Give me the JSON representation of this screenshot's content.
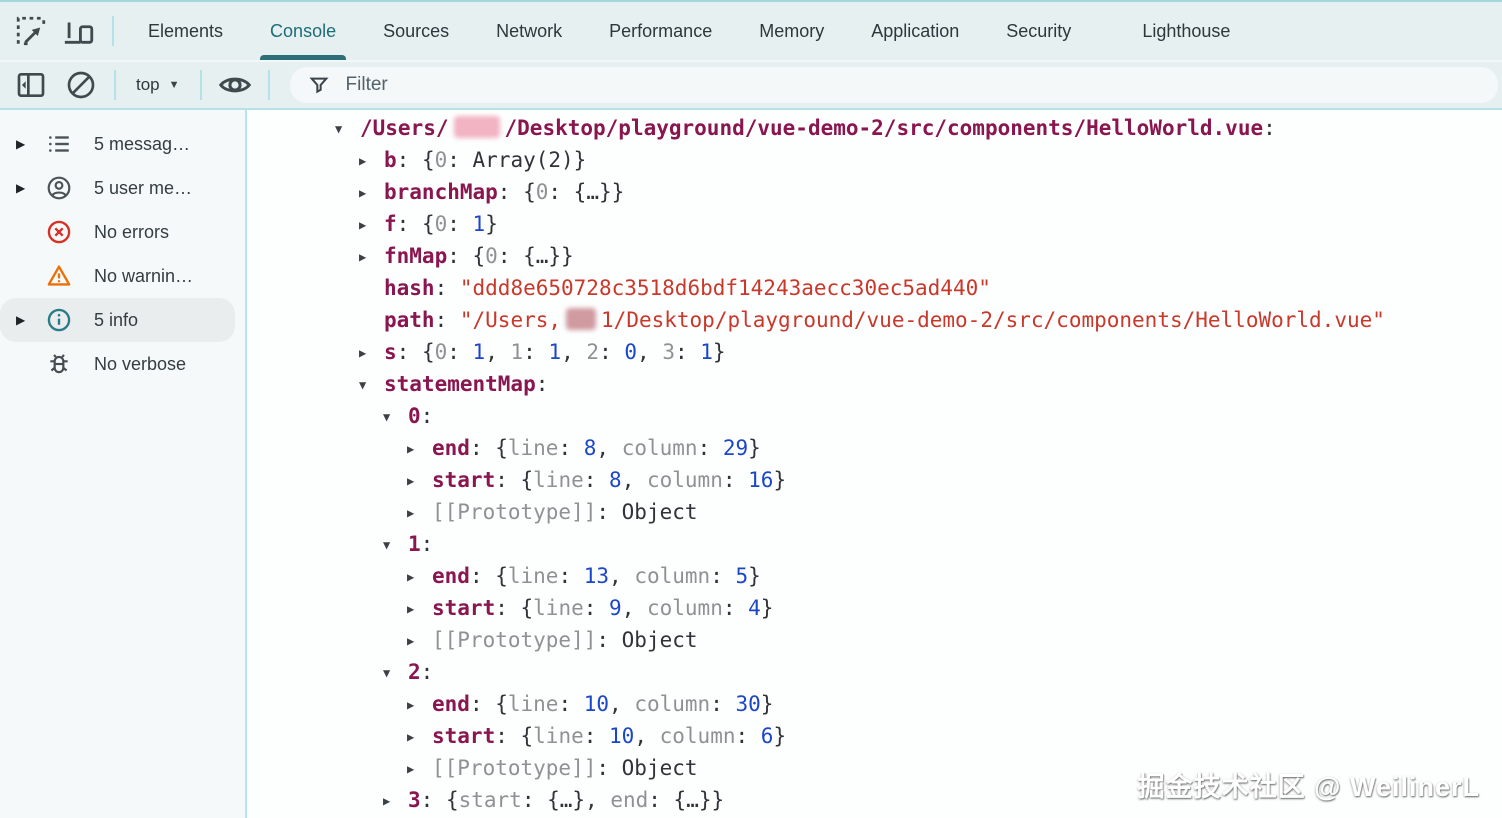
{
  "tabs": {
    "active": "Console",
    "items": [
      {
        "label": "Elements"
      },
      {
        "label": "Console"
      },
      {
        "label": "Sources"
      },
      {
        "label": "Network"
      },
      {
        "label": "Performance"
      },
      {
        "label": "Memory"
      },
      {
        "label": "Application"
      },
      {
        "label": "Security"
      },
      {
        "label": "Lighthouse"
      }
    ]
  },
  "toolbar": {
    "context_label": "top",
    "filter_placeholder": "Filter"
  },
  "sidebar": {
    "items": [
      {
        "icon": "list-icon",
        "label": "5 messag…",
        "expandable": true,
        "selected": false
      },
      {
        "icon": "user-icon",
        "label": "5 user me…",
        "expandable": true,
        "selected": false
      },
      {
        "icon": "error-icon",
        "label": "No errors",
        "expandable": false,
        "selected": false
      },
      {
        "icon": "warning-icon",
        "label": "No warnin…",
        "expandable": false,
        "selected": false
      },
      {
        "icon": "info-icon",
        "label": "5 info",
        "expandable": true,
        "selected": true
      },
      {
        "icon": "bug-icon",
        "label": "No verbose",
        "expandable": false,
        "selected": false
      }
    ]
  },
  "console": {
    "rows": [
      {
        "indent": 0,
        "arrow": "open",
        "segments": [
          {
            "text": "/Users/",
            "style": "key"
          },
          {
            "text": "",
            "style": "redact"
          },
          {
            "text": "/Desktop/playground/vue-demo-2/src/components/HelloWorld.vue",
            "style": "key"
          },
          {
            "text": ":",
            "style": "plain"
          }
        ]
      },
      {
        "indent": 1,
        "arrow": "closed",
        "segments": [
          {
            "text": "b",
            "style": "key"
          },
          {
            "text": ": {",
            "style": "plain"
          },
          {
            "text": "0",
            "style": "graykey"
          },
          {
            "text": ": Array(2)}",
            "style": "plain"
          }
        ]
      },
      {
        "indent": 1,
        "arrow": "closed",
        "segments": [
          {
            "text": "branchMap",
            "style": "key"
          },
          {
            "text": ": {",
            "style": "plain"
          },
          {
            "text": "0",
            "style": "graykey"
          },
          {
            "text": ": {…}}",
            "style": "plain"
          }
        ]
      },
      {
        "indent": 1,
        "arrow": "closed",
        "segments": [
          {
            "text": "f",
            "style": "key"
          },
          {
            "text": ": {",
            "style": "plain"
          },
          {
            "text": "0",
            "style": "graykey"
          },
          {
            "text": ": ",
            "style": "plain"
          },
          {
            "text": "1",
            "style": "num"
          },
          {
            "text": "}",
            "style": "plain"
          }
        ]
      },
      {
        "indent": 1,
        "arrow": "closed",
        "segments": [
          {
            "text": "fnMap",
            "style": "key"
          },
          {
            "text": ": {",
            "style": "plain"
          },
          {
            "text": "0",
            "style": "graykey"
          },
          {
            "text": ": {…}}",
            "style": "plain"
          }
        ]
      },
      {
        "indent": 1,
        "arrow": "none",
        "segments": [
          {
            "text": "hash",
            "style": "key"
          },
          {
            "text": ": ",
            "style": "plain"
          },
          {
            "text": "\"ddd8e650728c3518d6bdf14243aecc30ec5ad440\"",
            "style": "str"
          }
        ]
      },
      {
        "indent": 1,
        "arrow": "none",
        "segments": [
          {
            "text": "path",
            "style": "key"
          },
          {
            "text": ": ",
            "style": "plain"
          },
          {
            "text": "\"/Users,",
            "style": "str"
          },
          {
            "text": "",
            "style": "redact-dark"
          },
          {
            "text": "1/Desktop/playground/vue-demo-2/src/components/HelloWorld.vue\"",
            "style": "str"
          }
        ]
      },
      {
        "indent": 1,
        "arrow": "closed",
        "segments": [
          {
            "text": "s",
            "style": "key"
          },
          {
            "text": ": {",
            "style": "plain"
          },
          {
            "text": "0",
            "style": "graykey"
          },
          {
            "text": ": ",
            "style": "plain"
          },
          {
            "text": "1",
            "style": "num"
          },
          {
            "text": ", ",
            "style": "plain"
          },
          {
            "text": "1",
            "style": "graykey"
          },
          {
            "text": ": ",
            "style": "plain"
          },
          {
            "text": "1",
            "style": "num"
          },
          {
            "text": ", ",
            "style": "plain"
          },
          {
            "text": "2",
            "style": "graykey"
          },
          {
            "text": ": ",
            "style": "plain"
          },
          {
            "text": "0",
            "style": "num"
          },
          {
            "text": ", ",
            "style": "plain"
          },
          {
            "text": "3",
            "style": "graykey"
          },
          {
            "text": ": ",
            "style": "plain"
          },
          {
            "text": "1",
            "style": "num"
          },
          {
            "text": "}",
            "style": "plain"
          }
        ]
      },
      {
        "indent": 1,
        "arrow": "open",
        "segments": [
          {
            "text": "statementMap",
            "style": "key"
          },
          {
            "text": ":",
            "style": "plain"
          }
        ]
      },
      {
        "indent": 2,
        "arrow": "open",
        "segments": [
          {
            "text": "0",
            "style": "key"
          },
          {
            "text": ":",
            "style": "plain"
          }
        ]
      },
      {
        "indent": 3,
        "arrow": "closed",
        "segments": [
          {
            "text": "end",
            "style": "key"
          },
          {
            "text": ": {",
            "style": "plain"
          },
          {
            "text": "line",
            "style": "graykey"
          },
          {
            "text": ": ",
            "style": "plain"
          },
          {
            "text": "8",
            "style": "num"
          },
          {
            "text": ", ",
            "style": "plain"
          },
          {
            "text": "column",
            "style": "graykey"
          },
          {
            "text": ": ",
            "style": "plain"
          },
          {
            "text": "29",
            "style": "num"
          },
          {
            "text": "}",
            "style": "plain"
          }
        ]
      },
      {
        "indent": 3,
        "arrow": "closed",
        "segments": [
          {
            "text": "start",
            "style": "key"
          },
          {
            "text": ": {",
            "style": "plain"
          },
          {
            "text": "line",
            "style": "graykey"
          },
          {
            "text": ": ",
            "style": "plain"
          },
          {
            "text": "8",
            "style": "num"
          },
          {
            "text": ", ",
            "style": "plain"
          },
          {
            "text": "column",
            "style": "graykey"
          },
          {
            "text": ": ",
            "style": "plain"
          },
          {
            "text": "16",
            "style": "num"
          },
          {
            "text": "}",
            "style": "plain"
          }
        ]
      },
      {
        "indent": 3,
        "arrow": "closed",
        "segments": [
          {
            "text": "[[Prototype]]",
            "style": "graykey"
          },
          {
            "text": ": Object",
            "style": "plain"
          }
        ]
      },
      {
        "indent": 2,
        "arrow": "open",
        "segments": [
          {
            "text": "1",
            "style": "key"
          },
          {
            "text": ":",
            "style": "plain"
          }
        ]
      },
      {
        "indent": 3,
        "arrow": "closed",
        "segments": [
          {
            "text": "end",
            "style": "key"
          },
          {
            "text": ": {",
            "style": "plain"
          },
          {
            "text": "line",
            "style": "graykey"
          },
          {
            "text": ": ",
            "style": "plain"
          },
          {
            "text": "13",
            "style": "num"
          },
          {
            "text": ", ",
            "style": "plain"
          },
          {
            "text": "column",
            "style": "graykey"
          },
          {
            "text": ": ",
            "style": "plain"
          },
          {
            "text": "5",
            "style": "num"
          },
          {
            "text": "}",
            "style": "plain"
          }
        ]
      },
      {
        "indent": 3,
        "arrow": "closed",
        "segments": [
          {
            "text": "start",
            "style": "key"
          },
          {
            "text": ": {",
            "style": "plain"
          },
          {
            "text": "line",
            "style": "graykey"
          },
          {
            "text": ": ",
            "style": "plain"
          },
          {
            "text": "9",
            "style": "num"
          },
          {
            "text": ", ",
            "style": "plain"
          },
          {
            "text": "column",
            "style": "graykey"
          },
          {
            "text": ": ",
            "style": "plain"
          },
          {
            "text": "4",
            "style": "num"
          },
          {
            "text": "}",
            "style": "plain"
          }
        ]
      },
      {
        "indent": 3,
        "arrow": "closed",
        "segments": [
          {
            "text": "[[Prototype]]",
            "style": "graykey"
          },
          {
            "text": ": Object",
            "style": "plain"
          }
        ]
      },
      {
        "indent": 2,
        "arrow": "open",
        "segments": [
          {
            "text": "2",
            "style": "key"
          },
          {
            "text": ":",
            "style": "plain"
          }
        ]
      },
      {
        "indent": 3,
        "arrow": "closed",
        "segments": [
          {
            "text": "end",
            "style": "key"
          },
          {
            "text": ": {",
            "style": "plain"
          },
          {
            "text": "line",
            "style": "graykey"
          },
          {
            "text": ": ",
            "style": "plain"
          },
          {
            "text": "10",
            "style": "num"
          },
          {
            "text": ", ",
            "style": "plain"
          },
          {
            "text": "column",
            "style": "graykey"
          },
          {
            "text": ": ",
            "style": "plain"
          },
          {
            "text": "30",
            "style": "num"
          },
          {
            "text": "}",
            "style": "plain"
          }
        ]
      },
      {
        "indent": 3,
        "arrow": "closed",
        "segments": [
          {
            "text": "start",
            "style": "key"
          },
          {
            "text": ": {",
            "style": "plain"
          },
          {
            "text": "line",
            "style": "graykey"
          },
          {
            "text": ": ",
            "style": "plain"
          },
          {
            "text": "10",
            "style": "num"
          },
          {
            "text": ", ",
            "style": "plain"
          },
          {
            "text": "column",
            "style": "graykey"
          },
          {
            "text": ": ",
            "style": "plain"
          },
          {
            "text": "6",
            "style": "num"
          },
          {
            "text": "}",
            "style": "plain"
          }
        ]
      },
      {
        "indent": 3,
        "arrow": "closed",
        "segments": [
          {
            "text": "[[Prototype]]",
            "style": "graykey"
          },
          {
            "text": ": Object",
            "style": "plain"
          }
        ]
      },
      {
        "indent": 2,
        "arrow": "closed",
        "segments": [
          {
            "text": "3",
            "style": "key"
          },
          {
            "text": ": {",
            "style": "plain"
          },
          {
            "text": "start",
            "style": "graykey"
          },
          {
            "text": ": {…}, ",
            "style": "plain"
          },
          {
            "text": "end",
            "style": "graykey"
          },
          {
            "text": ": {…}}",
            "style": "plain"
          }
        ]
      }
    ]
  },
  "watermark": {
    "text": "掘金技术社区 @ WeilinerL"
  }
}
